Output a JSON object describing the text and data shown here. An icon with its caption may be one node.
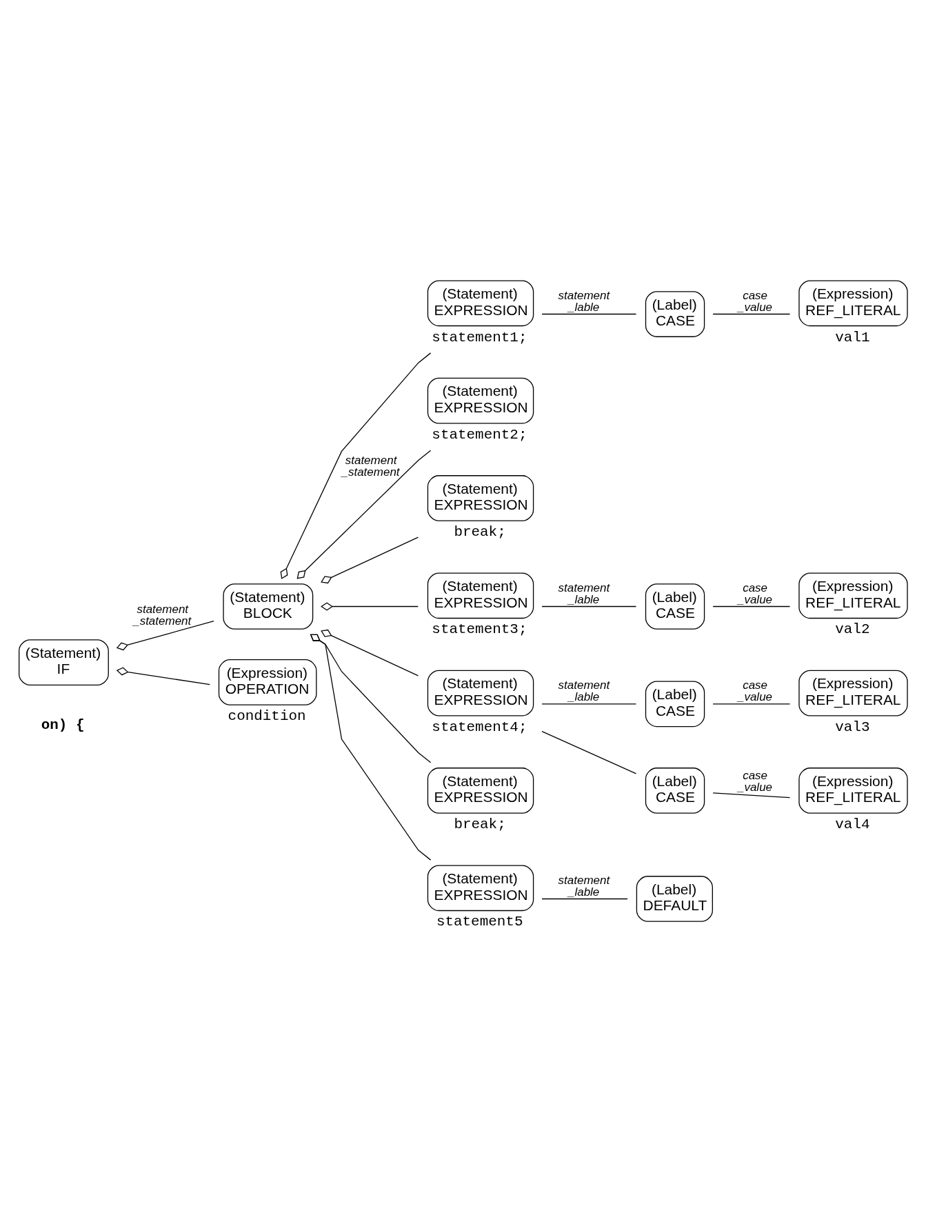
{
  "diagram": {
    "nodes": [
      {
        "text": [
          "(Statement)",
          "IF"
        ]
      },
      {
        "text": [
          "(Statement)",
          "BLOCK"
        ]
      },
      {
        "text": [
          "(Expression)",
          "OPERATION"
        ],
        "beside": [
          "condition"
        ]
      },
      {
        "text": [
          "(Statement)",
          "EXPRESSION"
        ],
        "beside": [
          "statement1;"
        ]
      },
      {
        "text": [
          "(Label)",
          "CASE"
        ]
      },
      {
        "text": [
          "(Expression)",
          "REF_LITERAL"
        ],
        "beside": [
          "val1"
        ]
      },
      {
        "text": [
          "(Statement)",
          "EXPRESSION"
        ],
        "beside": [
          "statement2;"
        ]
      },
      {
        "text": [
          "(Statement)",
          "EXPRESSION"
        ],
        "beside": [
          "break;"
        ]
      },
      {
        "text": [
          "(Statement)",
          "EXPRESSION"
        ],
        "beside": [
          "statement3;"
        ]
      },
      {
        "text": [
          "(Label)",
          "CASE"
        ]
      },
      {
        "text": [
          "(Expression)",
          "REF_LITERAL"
        ],
        "beside": [
          "val2"
        ]
      },
      {
        "text": [
          "(Statement)",
          "EXPRESSION"
        ],
        "beside": [
          "statement4;"
        ]
      },
      {
        "text": [
          "(Label)",
          "CASE"
        ]
      },
      {
        "text": [
          "(Expression)",
          "REF_LITERAL"
        ],
        "beside": [
          "val3"
        ]
      },
      {
        "text": [
          "(Label)",
          "CASE"
        ]
      },
      {
        "text": [
          "(Expression)",
          "REF_LITERAL"
        ],
        "beside": [
          "val4"
        ]
      },
      {
        "text": [
          "(Statement)",
          "EXPRESSION"
        ],
        "beside": [
          "break;"
        ]
      },
      {
        "text": [
          "(Statement)",
          "EXPRESSION"
        ],
        "beside": [
          "statement5"
        ]
      },
      {
        "text": [
          "(Label)",
          "DEFAULT"
        ]
      }
    ],
    "edges": [
      {
        "from": 0,
        "to": 1,
        "arrow": "other",
        "label": "statement _statement"
      },
      {
        "from": 0,
        "to": 2,
        "arrow": "other"
      },
      {
        "from": 1,
        "to": 3,
        "arrow": "other"
      },
      {
        "from": 1,
        "to": 6,
        "arrow": "other",
        "label": "statement _statement"
      },
      {
        "from": 1,
        "to": 7,
        "arrow": "other"
      },
      {
        "from": 1,
        "to": 8,
        "arrow": "other"
      },
      {
        "from": 1,
        "to": 11,
        "arrow": "other"
      },
      {
        "from": 1,
        "to": 16,
        "arrow": "other"
      },
      {
        "from": 1,
        "to": 17,
        "arrow": "other"
      },
      {
        "from": 3,
        "to": 4,
        "arrow": "none",
        "label": "statement _lable"
      },
      {
        "from": 4,
        "to": 5,
        "arrow": "none",
        "label": "case _value"
      },
      {
        "from": 8,
        "to": 9,
        "arrow": "none",
        "label": "statement _lable"
      },
      {
        "from": 9,
        "to": 10,
        "arrow": "none",
        "label": "case _value"
      },
      {
        "from": 11,
        "to": 12,
        "arrow": "none",
        "label": "statement _lable"
      },
      {
        "from": 12,
        "to": 13,
        "arrow": "none",
        "label": "case _value"
      },
      {
        "from": 11,
        "to": 14,
        "arrow": "none"
      },
      {
        "from": 14,
        "to": 15,
        "arrow": "none",
        "label": "case _value"
      },
      {
        "from": 17,
        "to": 18,
        "arrow": "none",
        "label": "statement _lable"
      }
    ],
    "labels": [
      "on) {"
    ]
  }
}
